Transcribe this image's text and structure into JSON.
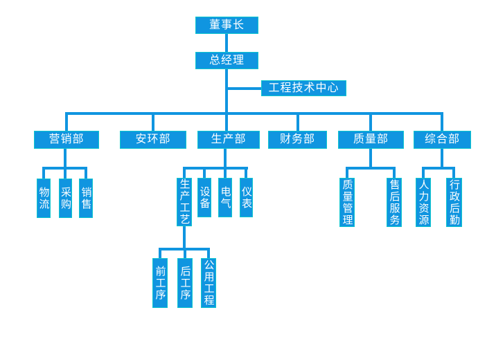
{
  "colors": {
    "background": "#ffffff",
    "box_fill": "#1095e0",
    "box_border": "#0fc7ce",
    "connector": "#1095e0",
    "text": "#ffffff"
  },
  "nodes": {
    "chairman": "董事长",
    "general_manager": "总经理",
    "engineering_center": "工程技术中心",
    "marketing": "营销部",
    "safety_env": "安环部",
    "production": "生产部",
    "finance": "财务部",
    "quality": "质量部",
    "general_affairs": "综合部",
    "logistics": "物流",
    "purchasing": "采购",
    "sales": "销售",
    "production_process": "生产工艺",
    "equipment": "设备",
    "electrical": "电气",
    "instrument": "仪表",
    "front_process": "前工序",
    "back_process": "后工序",
    "utilities": "公用工程",
    "quality_mgmt": "质量管理",
    "after_sales": "售后服务",
    "human_resources": "人力资源",
    "admin_logistics": "行政后勤"
  },
  "hierarchy": {
    "董事长": {
      "总经理": {
        "工程技术中心": {},
        "营销部": {
          "children": [
            "物流",
            "采购",
            "销售"
          ]
        },
        "安环部": {
          "children": []
        },
        "生产部": {
          "children": [
            "生产工艺",
            "设备",
            "电气",
            "仪表"
          ],
          "生产工艺": {
            "children": [
              "前工序",
              "后工序",
              "公用工程"
            ]
          }
        },
        "财务部": {
          "children": []
        },
        "质量部": {
          "children": [
            "质量管理",
            "售后服务"
          ]
        },
        "综合部": {
          "children": [
            "人力资源",
            "行政后勤"
          ]
        }
      }
    }
  }
}
